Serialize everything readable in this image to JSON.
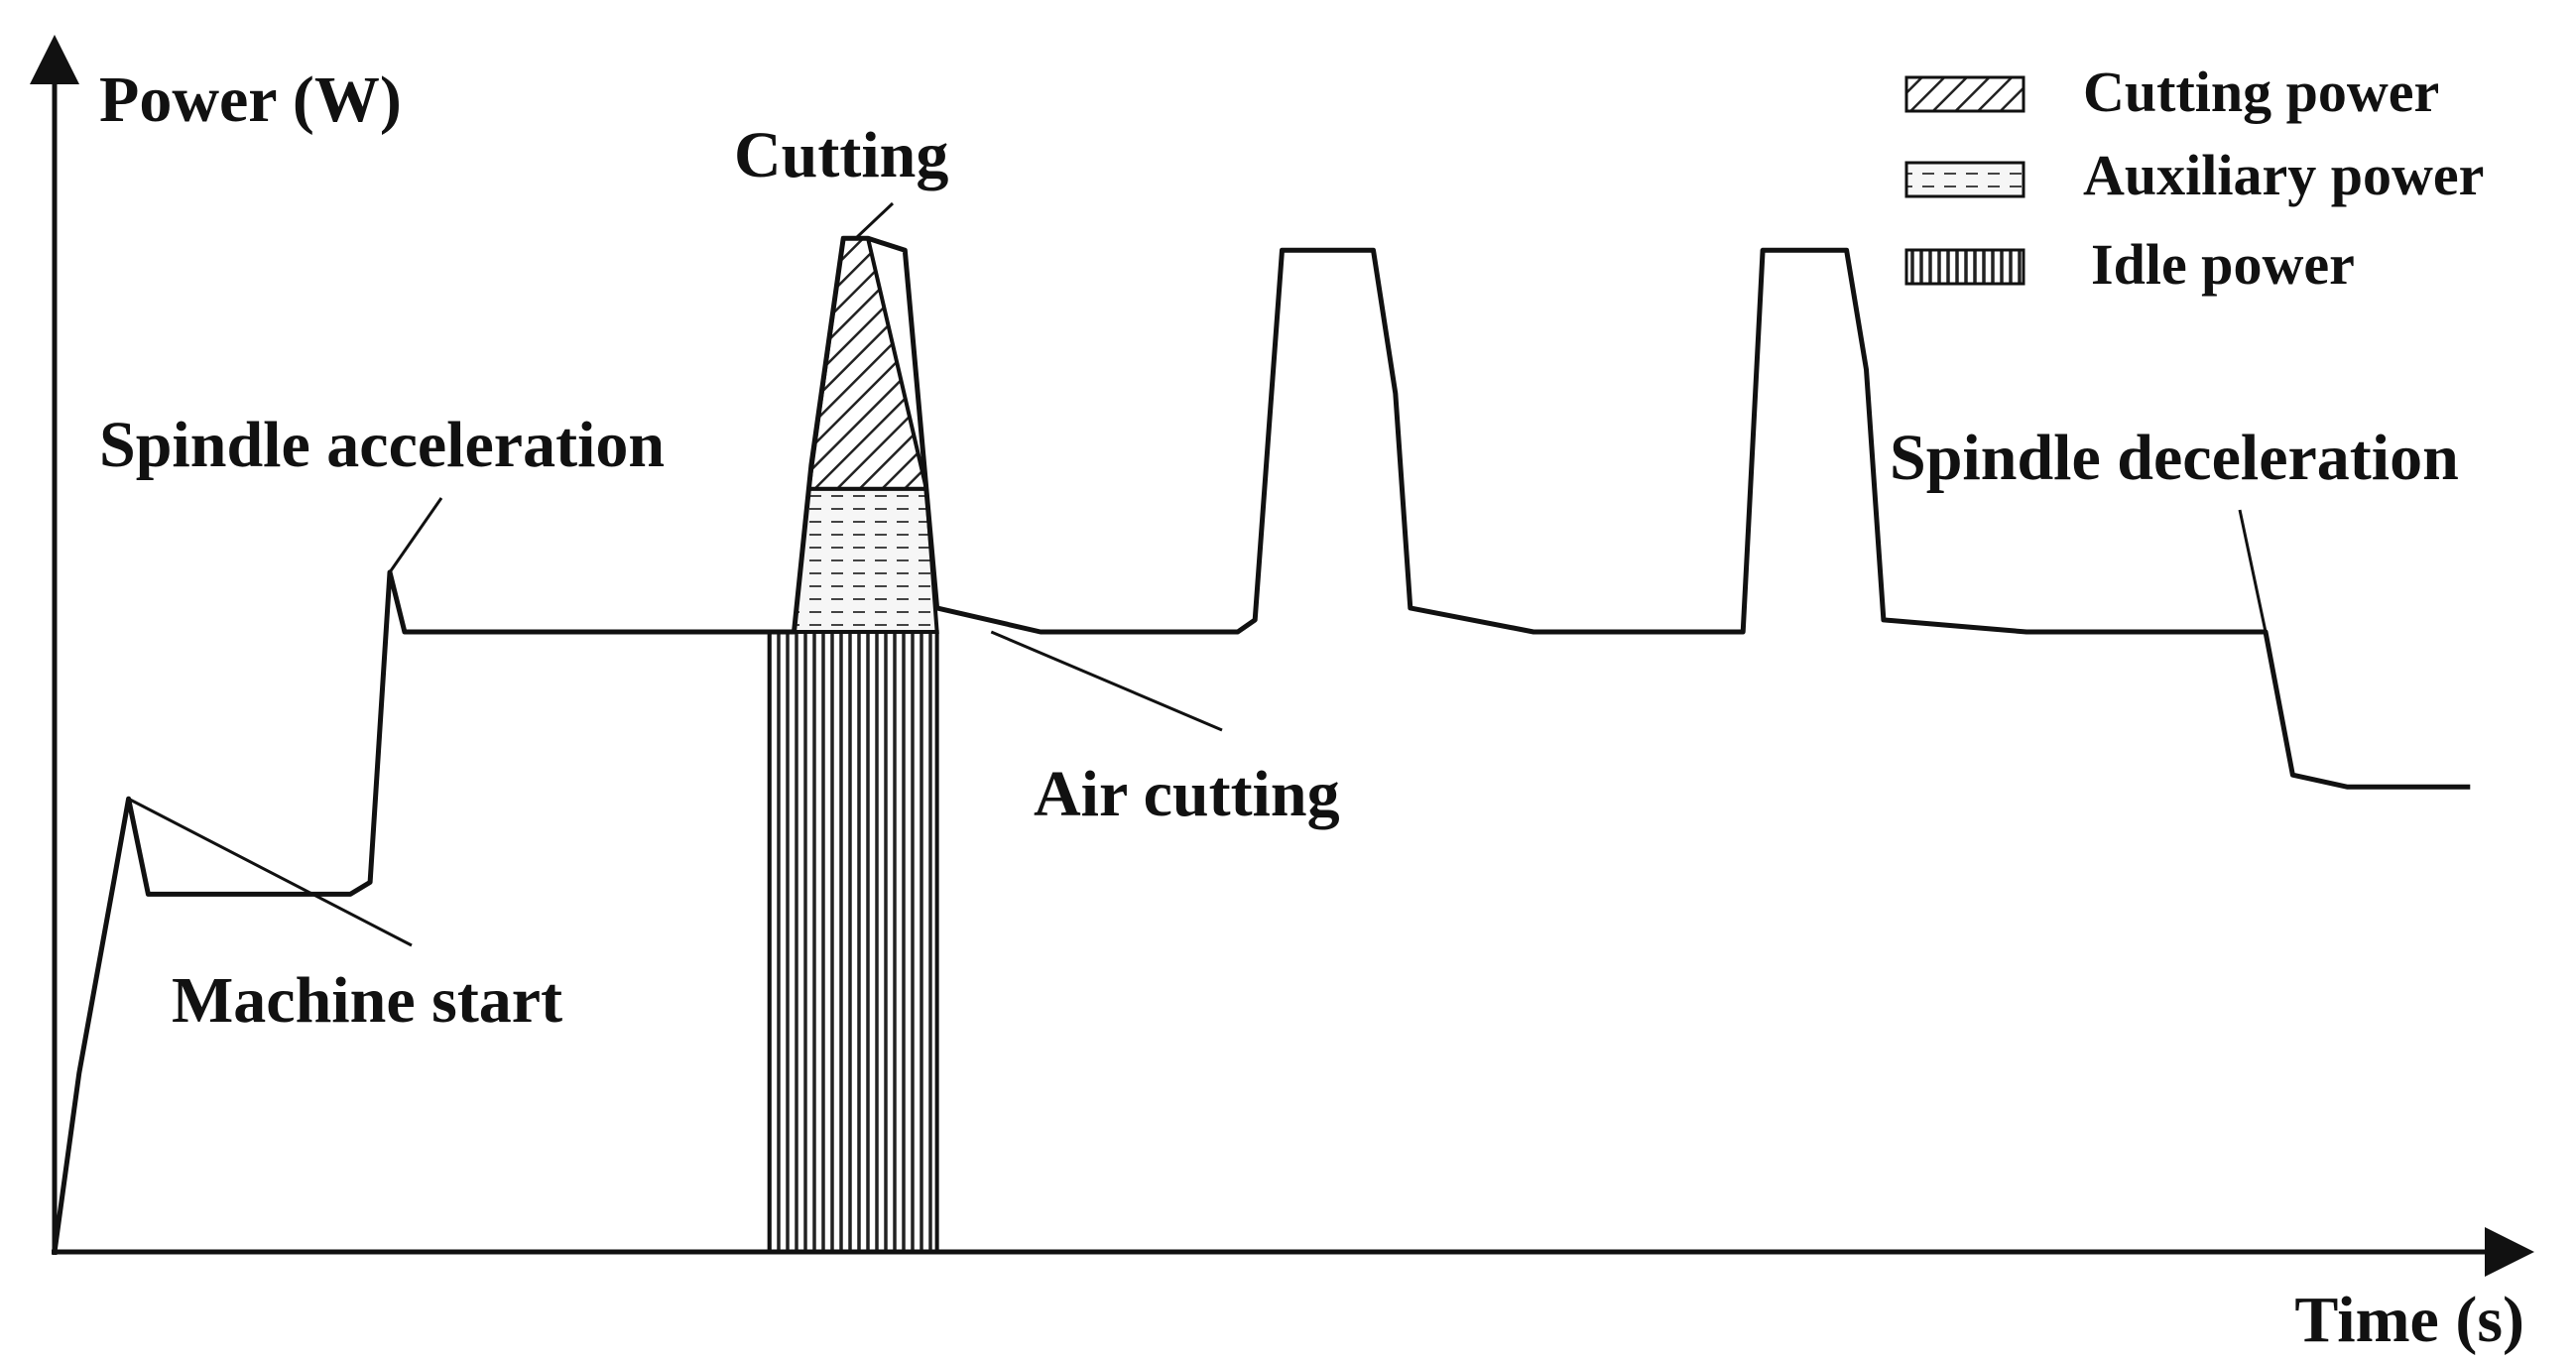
{
  "chart_data": {
    "type": "line",
    "title": "",
    "xlabel": "Time (s)",
    "ylabel": "Power (W)",
    "xlim": [
      0,
      100
    ],
    "ylim": [
      0,
      100
    ],
    "grid": false,
    "x_ticks": false,
    "y_ticks": false,
    "series": [
      {
        "points": [
          [
            0,
            0
          ],
          [
            1,
            15
          ],
          [
            2.4,
            31
          ],
          [
            3.0,
            38
          ],
          [
            3.8,
            30
          ],
          [
            7,
            30
          ],
          [
            12,
            30
          ],
          [
            12.8,
            31
          ],
          [
            13.6,
            57
          ],
          [
            14.2,
            52
          ],
          [
            20,
            52
          ],
          [
            28,
            52
          ],
          [
            29,
            52
          ],
          [
            30,
            52
          ],
          [
            30.7,
            66
          ],
          [
            32,
            85
          ],
          [
            33,
            85
          ],
          [
            34.5,
            84
          ],
          [
            35.8,
            54
          ],
          [
            40,
            52
          ],
          [
            48,
            52
          ],
          [
            48.7,
            53
          ],
          [
            49.3,
            70
          ],
          [
            49.8,
            84
          ],
          [
            53.5,
            84
          ],
          [
            54.4,
            72
          ],
          [
            55,
            54
          ],
          [
            60,
            52
          ],
          [
            68,
            52
          ],
          [
            68.5,
            52
          ],
          [
            69.3,
            84
          ],
          [
            72.7,
            84
          ],
          [
            73.5,
            74
          ],
          [
            74.2,
            53
          ],
          [
            80,
            52
          ],
          [
            88,
            52
          ],
          [
            89,
            52
          ],
          [
            89.7,
            52
          ],
          [
            90.8,
            40
          ],
          [
            93,
            39
          ],
          [
            98,
            39
          ]
        ]
      }
    ],
    "stages": [
      {
        "name": "Machine start"
      },
      {
        "name": "Spindle acceleration"
      },
      {
        "name": "Cutting"
      },
      {
        "name": "Air cutting"
      },
      {
        "name": "Spindle deceleration"
      }
    ],
    "highlighted_segment": {
      "x_start": 29,
      "x_end": 35.8,
      "layers": [
        {
          "name": "Idle power",
          "from": 0,
          "to": 52,
          "pattern": "vertical-lines"
        },
        {
          "name": "Auxiliary power",
          "from": 52,
          "to": 64,
          "pattern": "dashes"
        },
        {
          "name": "Cutting power",
          "from": 64,
          "to": 85,
          "pattern": "diagonal-hatch"
        }
      ]
    },
    "legend": {
      "position": "top-right",
      "entries": [
        {
          "label": "Cutting power",
          "pattern": "diagonal-hatch"
        },
        {
          "label": "Auxiliary power",
          "pattern": "dashes"
        },
        {
          "label": "Idle power",
          "pattern": "vertical-lines"
        }
      ]
    },
    "colors": {
      "line": "#111111",
      "background": "#ffffff"
    }
  }
}
